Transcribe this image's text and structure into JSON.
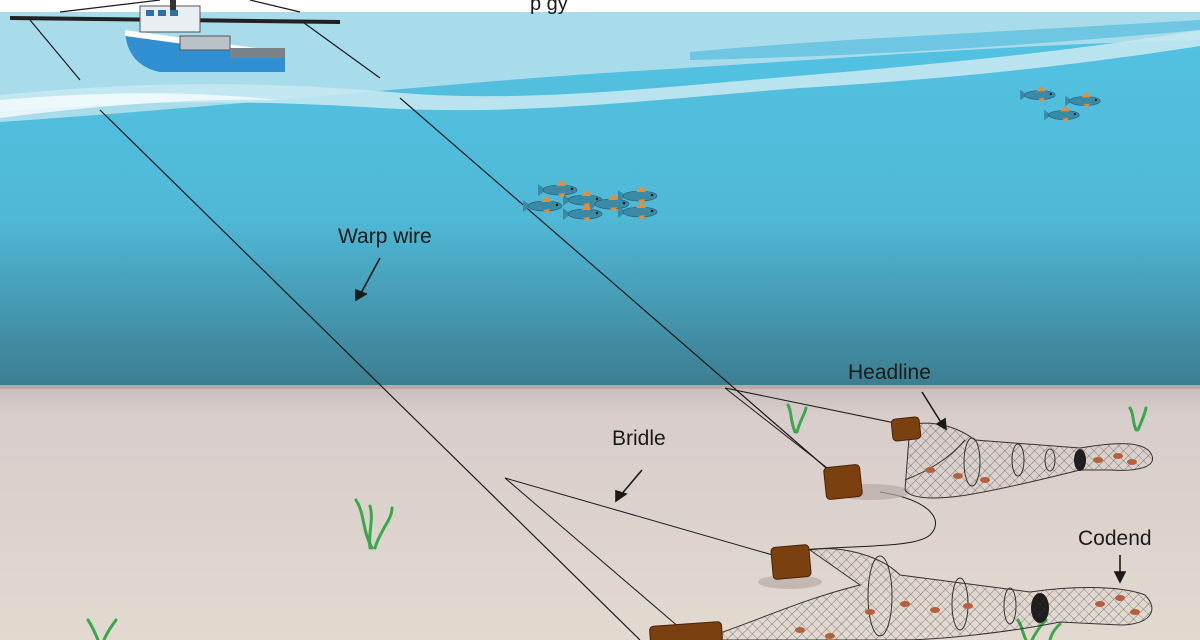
{
  "diagram": {
    "title_fragment": "p         gy",
    "labels": {
      "warp_wire": "Warp wire",
      "bridle": "Bridle",
      "headline": "Headline",
      "codend": "Codend"
    },
    "colors": {
      "sky": "#ffffff",
      "water_surface": "#a9dde9",
      "water_top": "#52c2e3",
      "water_deep": "#3f8598",
      "seabed_top": "#cfc3c3",
      "seabed_bottom": "#ddd3cc",
      "door": "#7a4010",
      "boat_hull": "#3b9ad8",
      "fish_body": "#3a8aa6",
      "fish_fin": "#f08a2c",
      "seagrass": "#47b84a",
      "net_mesh": "#555555",
      "shrimp": "#b5603a"
    },
    "icons": [
      "trawler-boat-icon",
      "fish-school-icon",
      "trawl-door-icon",
      "trawl-net-icon",
      "seagrass-icon",
      "shrimp-icon"
    ]
  }
}
